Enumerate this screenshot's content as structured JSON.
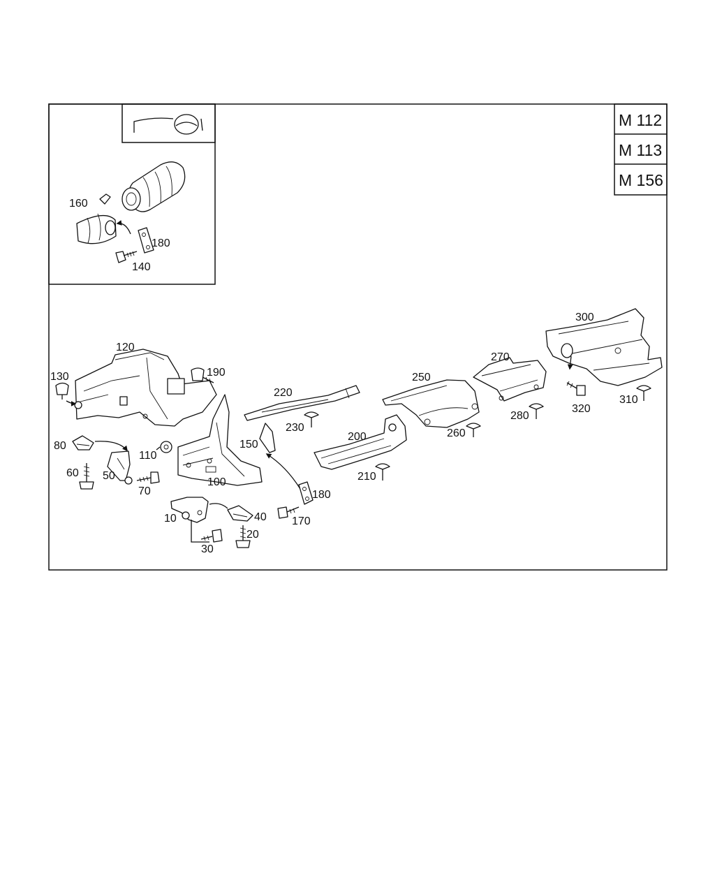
{
  "models": [
    "M 112",
    "M 113",
    "M 156"
  ],
  "callouts": {
    "inset": {
      "p160": "160",
      "p180": "180",
      "p140": "140"
    },
    "main": {
      "p120": "120",
      "p130": "130",
      "p190": "190",
      "p220": "220",
      "p230": "230",
      "p250": "250",
      "p270": "270",
      "p300": "300",
      "p320": "320",
      "p310": "310",
      "p280": "280",
      "p260": "260",
      "p200": "200",
      "p210": "210",
      "p150": "150",
      "p180": "180",
      "p170": "170",
      "p110": "110",
      "p100": "100",
      "p80": "80",
      "p60": "60",
      "p50": "50",
      "p70": "70",
      "p10": "10",
      "p40": "40",
      "p30": "30",
      "p20": "20"
    }
  },
  "icons": [
    "steering-wheel-icon",
    "exhaust-pipe-icon",
    "bolt-icon",
    "clip-nut-icon",
    "rivet-icon",
    "arrow-icon"
  ]
}
